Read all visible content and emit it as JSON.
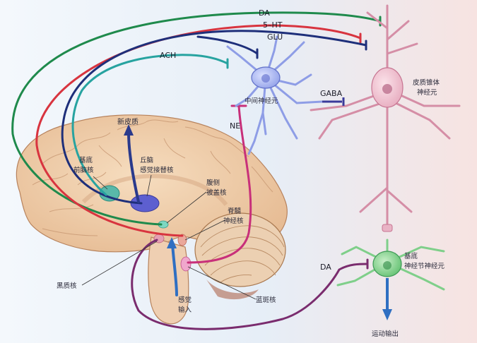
{
  "transmitters": {
    "da_top": "DA",
    "serotonin": "5–HT",
    "glu": "GLU",
    "ach": "ACH",
    "gaba": "GABA",
    "ne": "NE",
    "da_bottom": "DA"
  },
  "labels": {
    "neocortex": "新皮质",
    "basal_forebrain_l1": "基底",
    "basal_forebrain_l2": "前脑核",
    "thalamus_l1": "丘脑",
    "thalamus_l2": "感觉接替核",
    "vta_l1": "腹侧",
    "vta_l2": "被盖核",
    "spinal_l1": "脊髓",
    "spinal_l2": "神经核",
    "substantia_nigra": "黑质核",
    "sensory_input_l1": "感觉",
    "sensory_input_l2": "输入",
    "locus_coeruleus": "蓝斑核",
    "interneuron": "中间神经元",
    "pyramidal_l1": "皮质锥体",
    "pyramidal_l2": "神经元",
    "basal_ganglia_l1": "基底",
    "basal_ganglia_l2": "神经节神经元",
    "motor_output": "运动输出"
  },
  "colors": {
    "da": "#1f8a4c",
    "serotonin": "#d8343f",
    "glu": "#1e2f7a",
    "ach": "#27a3a0",
    "ne": "#c8307a",
    "da_bottom": "#7a2c6e",
    "sensory": "#2f6fc2"
  }
}
